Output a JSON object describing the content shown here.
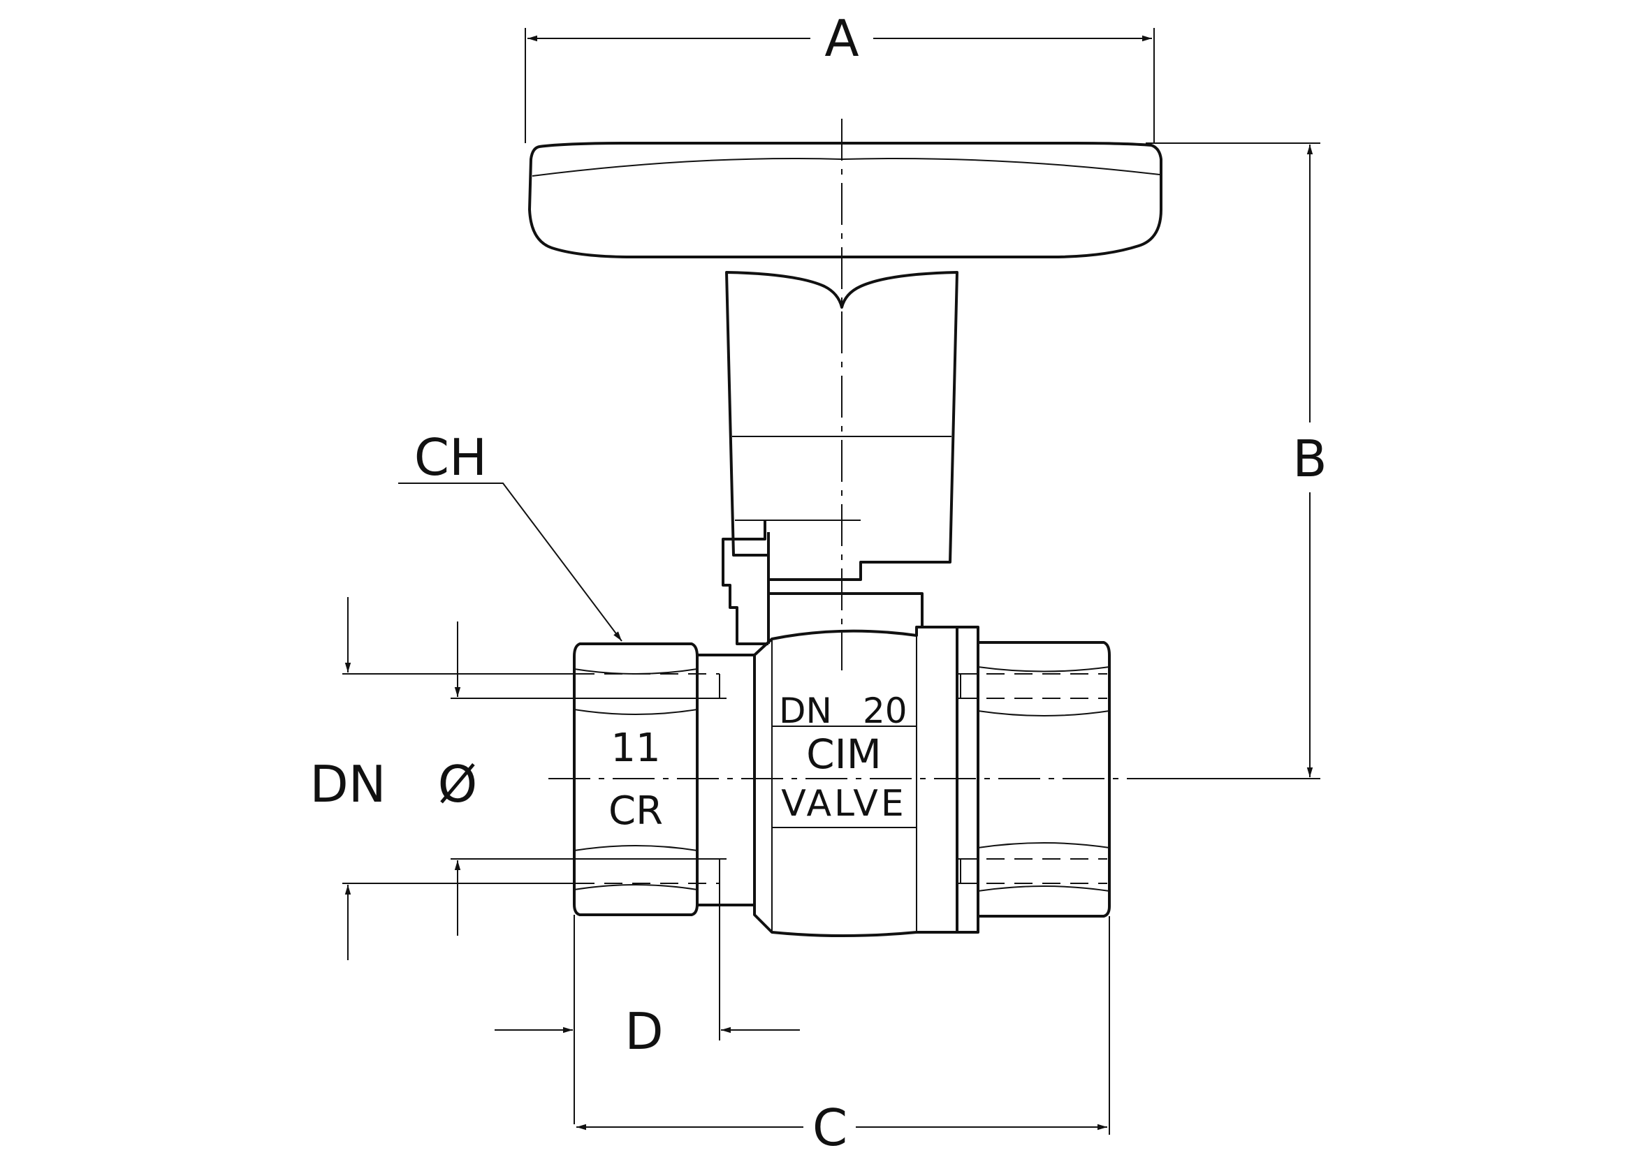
{
  "dimensions": {
    "a": "A",
    "b": "B",
    "c": "C",
    "d": "D",
    "ch": "CH",
    "dn": "DN",
    "diameter": "Ø"
  },
  "body_marking": {
    "dn_label": "DN",
    "dn_value": "20",
    "brand": "CIM",
    "product": "VALVE"
  },
  "nut_marking": {
    "size": "11",
    "logo": "CR"
  },
  "colors": {
    "line": "#111111",
    "background": "#ffffff"
  }
}
